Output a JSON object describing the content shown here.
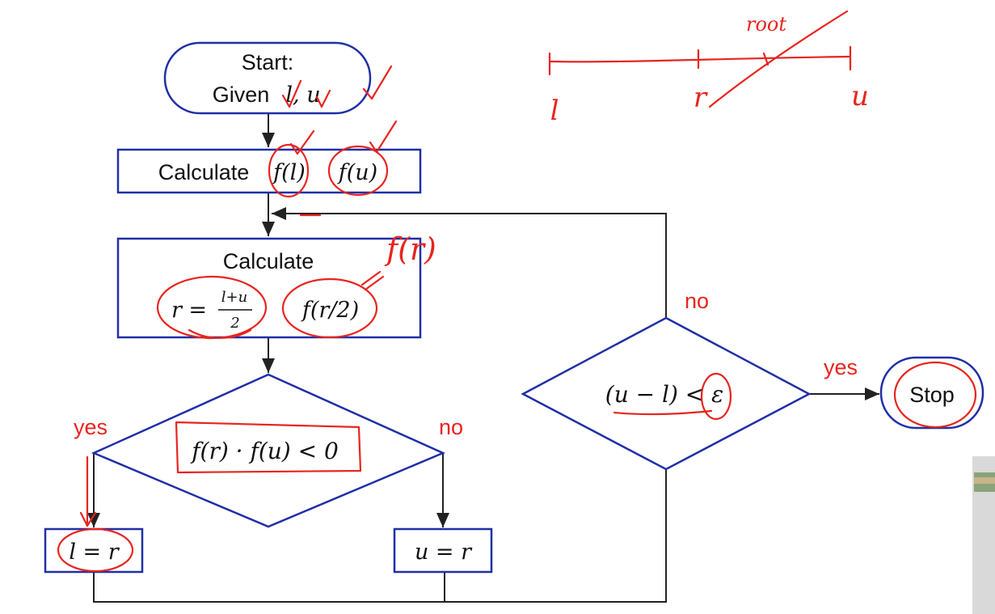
{
  "flowchart": {
    "start": {
      "line1": "Start:",
      "line2_prefix": "Given",
      "line2_math": "l, u"
    },
    "step1": {
      "label": "Calculate",
      "term1": "f(l)",
      "term2": "f(u)"
    },
    "step2": {
      "label": "Calculate",
      "r_lhs": "r =",
      "r_num": "l+u",
      "r_den": "2",
      "term": "f(r/2)"
    },
    "decision1": {
      "condition": "f(r) · f(u) < 0",
      "yes_label": "yes",
      "no_label": "no"
    },
    "assign_left": "l = r",
    "assign_right": "u = r",
    "decision2": {
      "condition": "(u − l) < ε",
      "yes_label": "yes",
      "no_label": "no"
    },
    "stop": "Stop"
  },
  "annotations": {
    "note_fr": "f(r)",
    "number_line": {
      "root": "root",
      "left": "l",
      "mid": "r",
      "right": "u"
    }
  },
  "colors": {
    "box_stroke": "#1f2fa6",
    "ink": "#e8241f",
    "arrow": "#222222"
  }
}
